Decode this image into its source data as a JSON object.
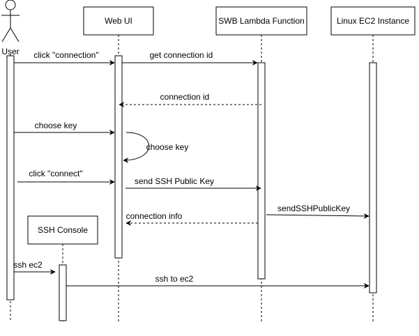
{
  "actor": {
    "label": "User"
  },
  "participants": [
    {
      "id": "webui",
      "label": "Web UI"
    },
    {
      "id": "lambda",
      "label": "SWB Lambda Function"
    },
    {
      "id": "ec2",
      "label": "Linux EC2 Instance"
    },
    {
      "id": "console",
      "label": "SSH Console"
    }
  ],
  "messages": [
    {
      "id": "m1",
      "label": "click \"connection\"",
      "from": "user",
      "to": "webui",
      "style": "solid"
    },
    {
      "id": "m2",
      "label": "get connection id",
      "from": "webui",
      "to": "lambda",
      "style": "solid"
    },
    {
      "id": "m3",
      "label": "connection id",
      "from": "lambda",
      "to": "webui",
      "style": "dashed"
    },
    {
      "id": "m4",
      "label": "choose key",
      "from": "user",
      "to": "webui",
      "style": "solid"
    },
    {
      "id": "m5",
      "label": "choose key",
      "from": "webui",
      "to": "webui",
      "style": "self"
    },
    {
      "id": "m6",
      "label": "click \"connect\"",
      "from": "user",
      "to": "webui",
      "style": "solid"
    },
    {
      "id": "m7",
      "label": "send SSH Public Key",
      "from": "webui",
      "to": "lambda",
      "style": "solid"
    },
    {
      "id": "m8",
      "label": "connection info",
      "from": "lambda",
      "to": "webui",
      "style": "dashed"
    },
    {
      "id": "m9",
      "label": "sendSSHPublicKey",
      "from": "lambda",
      "to": "ec2",
      "style": "solid"
    },
    {
      "id": "m10",
      "label": "ssh ec2",
      "from": "user",
      "to": "console",
      "style": "solid"
    },
    {
      "id": "m11",
      "label": "ssh to ec2",
      "from": "console",
      "to": "ec2",
      "style": "solid"
    }
  ]
}
